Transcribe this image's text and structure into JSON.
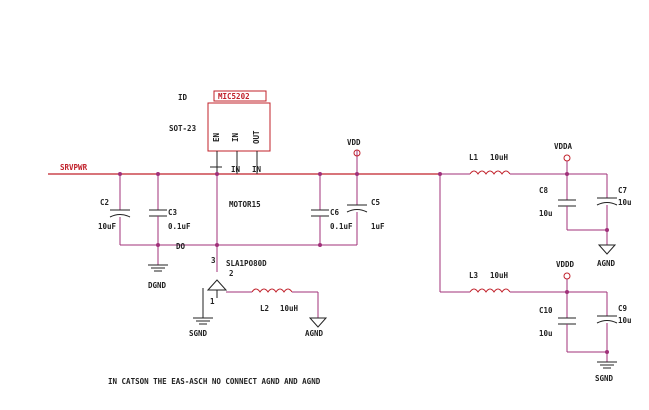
{
  "ic": {
    "ref": "ID",
    "part": "MIC5202",
    "pkg": "SOT-23",
    "pins": [
      "EN",
      "IN",
      "OUT"
    ],
    "pin_in": "IN",
    "pin_out": "IN",
    "cap_note": "MOTOR15"
  },
  "nets": {
    "input": "SRVPWR",
    "vdd": "VDD",
    "vdda": "VDDA",
    "vddd": "VDDD",
    "dgnd1": "DGND",
    "dgnd2": "SGND",
    "agnd1": "AGND",
    "agnd2": "AGND",
    "dgnd3": "SGND",
    "gnd_node": "DO"
  },
  "components": {
    "c_in_big": {
      "ref": "C2",
      "value": "10uF"
    },
    "c_in_small": {
      "ref": "C3",
      "value": "0.1uF"
    },
    "c_out_small": {
      "ref": "C6",
      "value": "0.1uF"
    },
    "c_out_big": {
      "ref": "C5",
      "value": "1uF"
    },
    "ferrite_ref": "SLA1PO80D",
    "l_ferrite": {
      "ref": "L2",
      "value": "10uH"
    },
    "l1": {
      "ref": "L1",
      "value": "10uH"
    },
    "l3": {
      "ref": "L3",
      "value": "10uH"
    },
    "c8": {
      "ref": "C8",
      "value": "10u"
    },
    "c7": {
      "ref": "C7",
      "value": "10u"
    },
    "c10": {
      "ref": "C10",
      "value": "10u"
    },
    "c9": {
      "ref": "C9",
      "value": "10u"
    },
    "pin_a": "3",
    "pin_b": "2",
    "pin_c": "1"
  },
  "footer_note": "IN CATSON THE EAS-ASCH NO CONNECT AGND AND AGND",
  "colors": {
    "wire": "#a0307a",
    "rail": "#c0202a",
    "text": "#222222"
  }
}
